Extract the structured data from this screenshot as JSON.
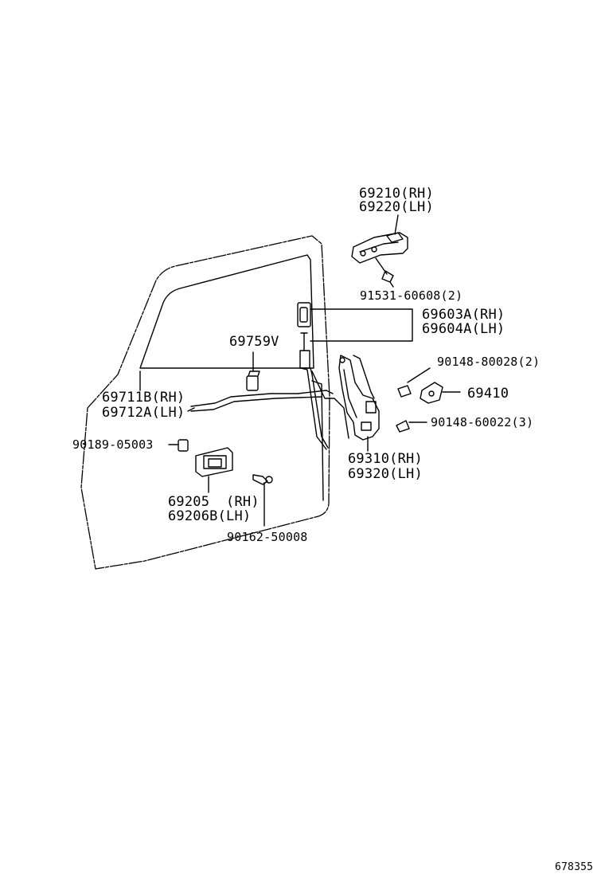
{
  "labels": {
    "hinge_rh": "69210(RH)",
    "hinge_lh": "69220(LH)",
    "hinge_screw": "91531-60608(2)",
    "cover_rh": "69603A(RH)",
    "cover_lh": "69604A(LH)",
    "clip": "69759V",
    "screw_a": "90148-80028(2)",
    "striker": "69410",
    "rod_rh": "69711B(RH)",
    "rod_lh": "69712A(LH)",
    "screw_b": "90148-60022(3)",
    "bumper": "90189-05003",
    "lock_rh": "69310(RH)",
    "lock_lh": "69320(LH)",
    "handle_rh": "69205  (RH)",
    "handle_lh": "69206B(LH)",
    "handle_screw": "90162-50008",
    "catalog_number": "678355"
  },
  "colors": {
    "ink": "#000000",
    "paper": "#ffffff"
  }
}
